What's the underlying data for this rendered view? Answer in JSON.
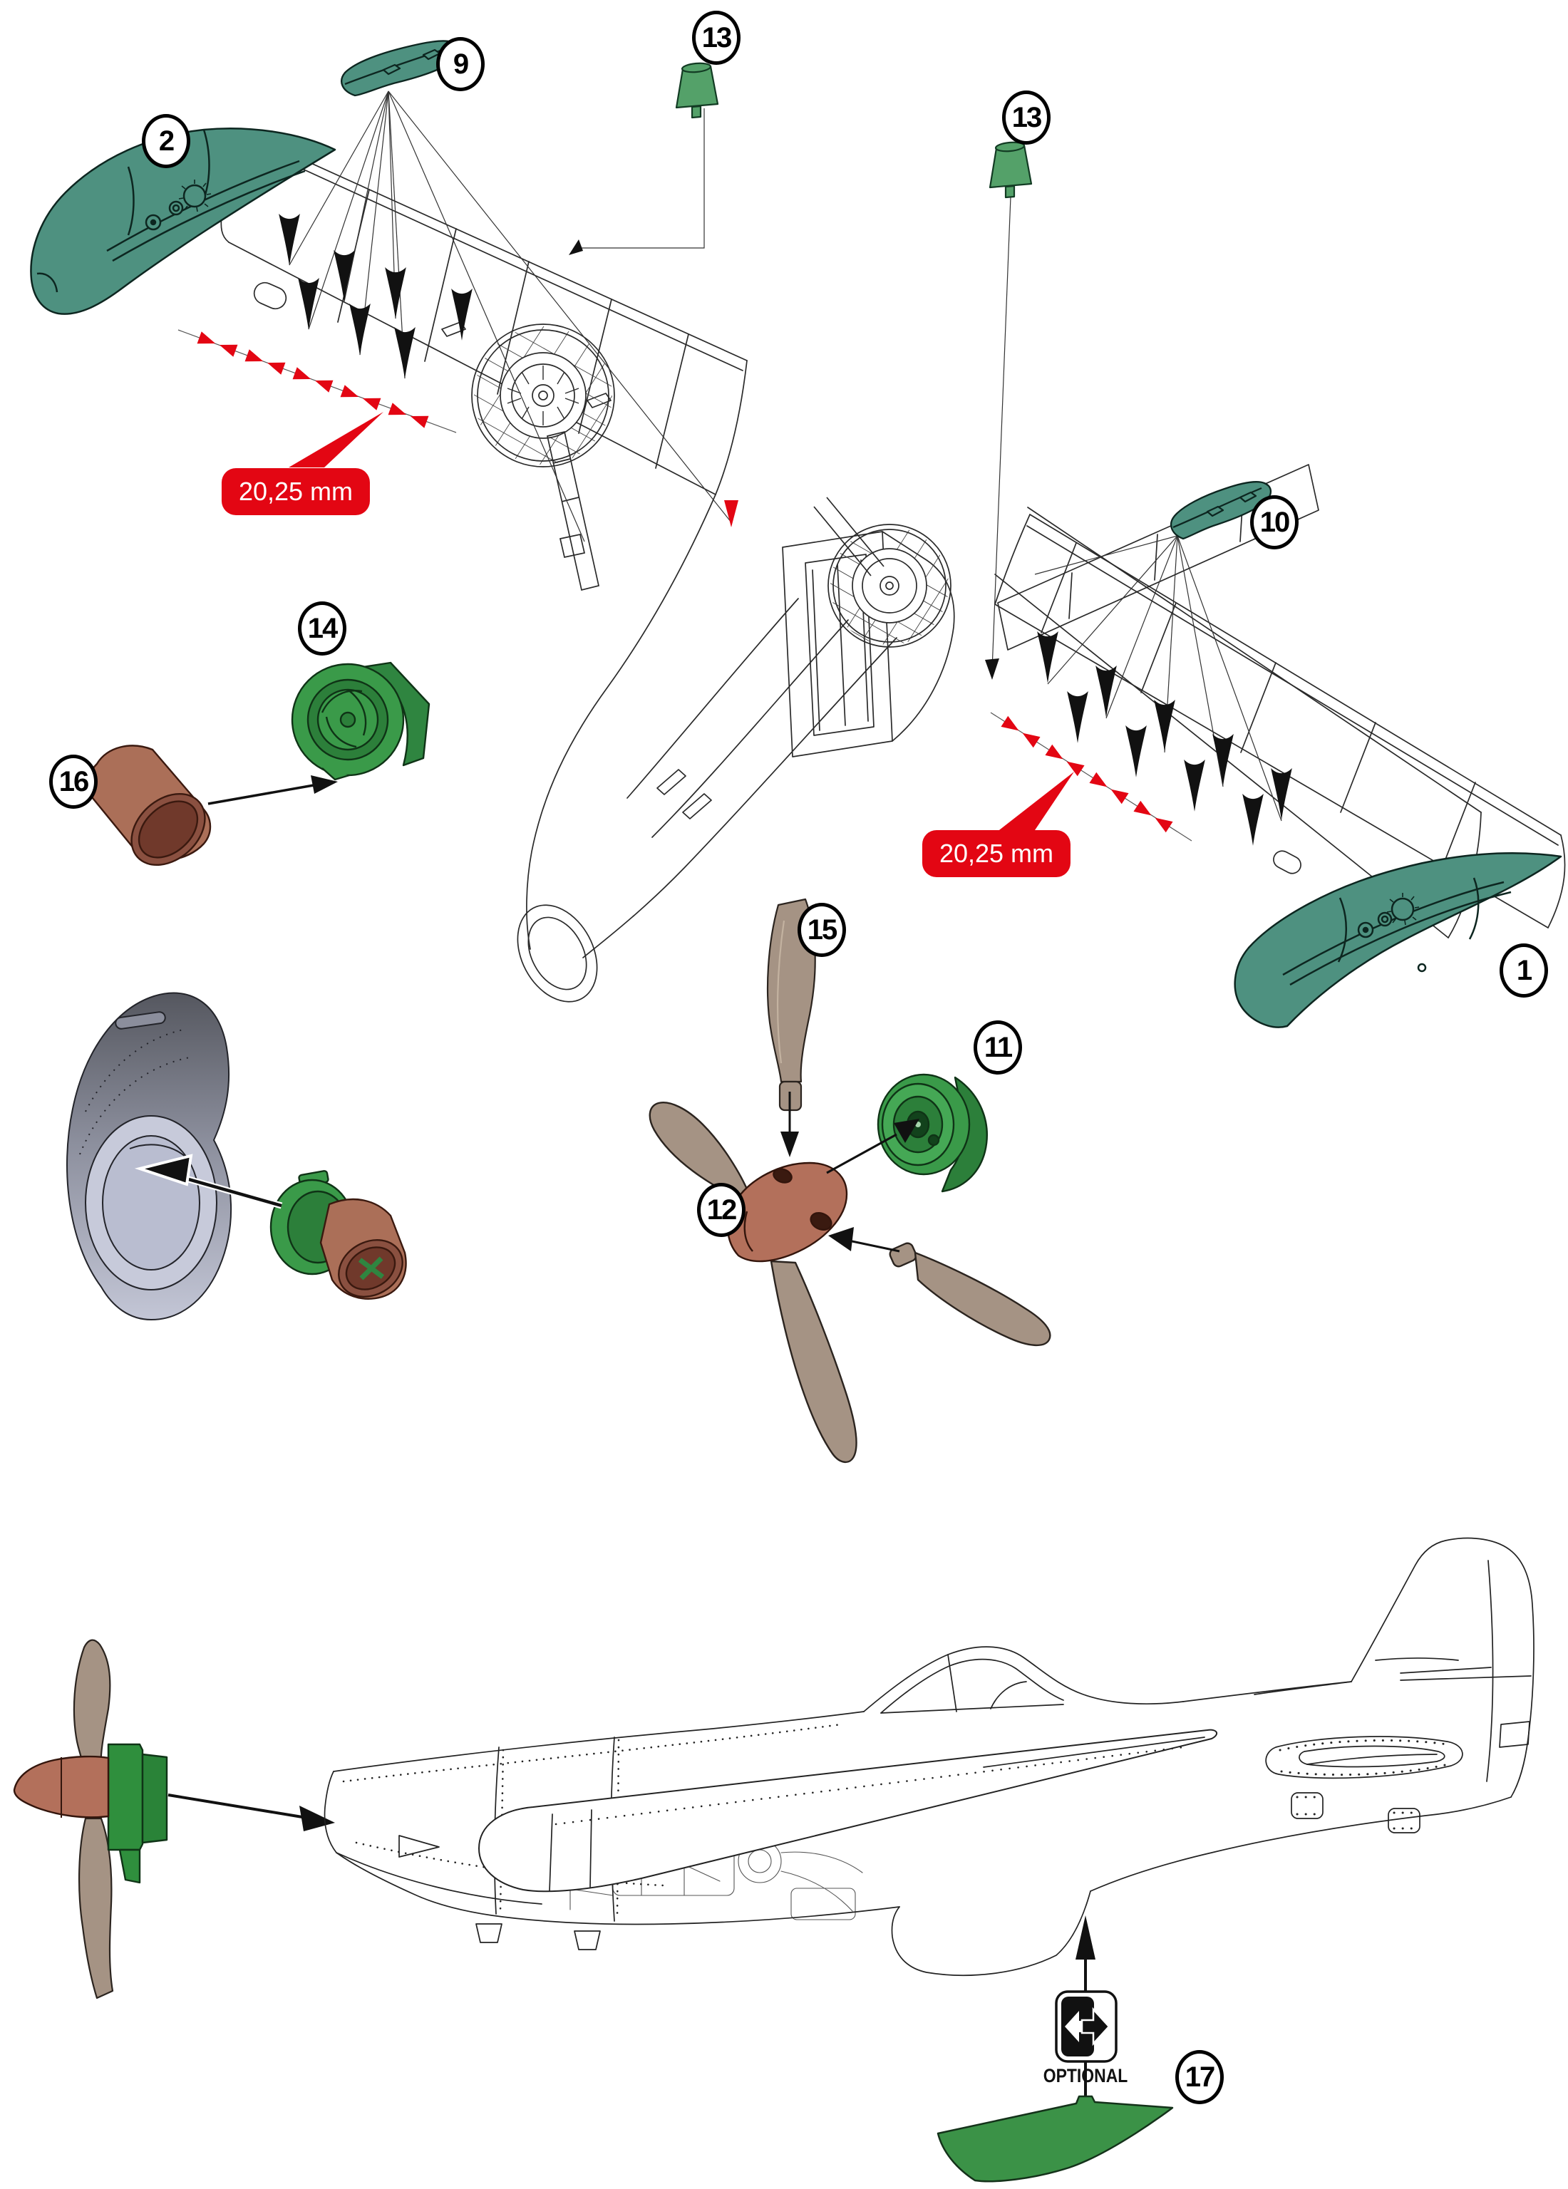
{
  "document": {
    "kind": "model-kit-assembly-diagram",
    "views": [
      "exploded-airframe-underside",
      "side-profile-placement"
    ]
  },
  "badges": {
    "p1": "1",
    "p2": "2",
    "p9": "9",
    "p10": "10",
    "p11": "11",
    "p12": "12",
    "p13": "13",
    "p14": "14",
    "p15": "15",
    "p16": "16",
    "p17": "17"
  },
  "parts": [
    {
      "number": "1",
      "name": "drop-tank-starboard",
      "color": "teal"
    },
    {
      "number": "2",
      "name": "drop-tank-port",
      "color": "teal"
    },
    {
      "number": "9",
      "name": "left-wing-fairing",
      "color": "teal"
    },
    {
      "number": "10",
      "name": "right-wing-fairing",
      "color": "teal"
    },
    {
      "number": "11",
      "name": "spinner-backplate",
      "color": "green"
    },
    {
      "number": "12",
      "name": "propeller-spinner",
      "color": "brown"
    },
    {
      "number": "13",
      "name": "mast",
      "color": "green",
      "quantity": 2
    },
    {
      "number": "14",
      "name": "fan-housing",
      "color": "green"
    },
    {
      "number": "15",
      "name": "propeller-blade",
      "color": "tan"
    },
    {
      "number": "16",
      "name": "intake-tube",
      "color": "brown"
    },
    {
      "number": "17",
      "name": "ventral-fillet",
      "color": "green"
    }
  ],
  "measurements": {
    "left": "20,25 mm",
    "right": "20,25 mm"
  },
  "optional": {
    "label": "OPTIONAL",
    "icon": "double-arrow-left-right"
  },
  "markers": {
    "insert_marker": "black-wedge-arrow",
    "measure_marker": "red-bowtie-arrow",
    "assembly_arrow": "black-arrow"
  },
  "colors": {
    "part_teal": "#4e9180",
    "part_green": "#3a9a49",
    "part_green_dark": "#2c7f3a",
    "part_brown": "#ab6f58",
    "spinner_brown": "#b3705b",
    "part_tan": "#a59384",
    "cowl_gray": "#b9bdd0",
    "callout_red": "#e30613",
    "line": "#222222"
  }
}
